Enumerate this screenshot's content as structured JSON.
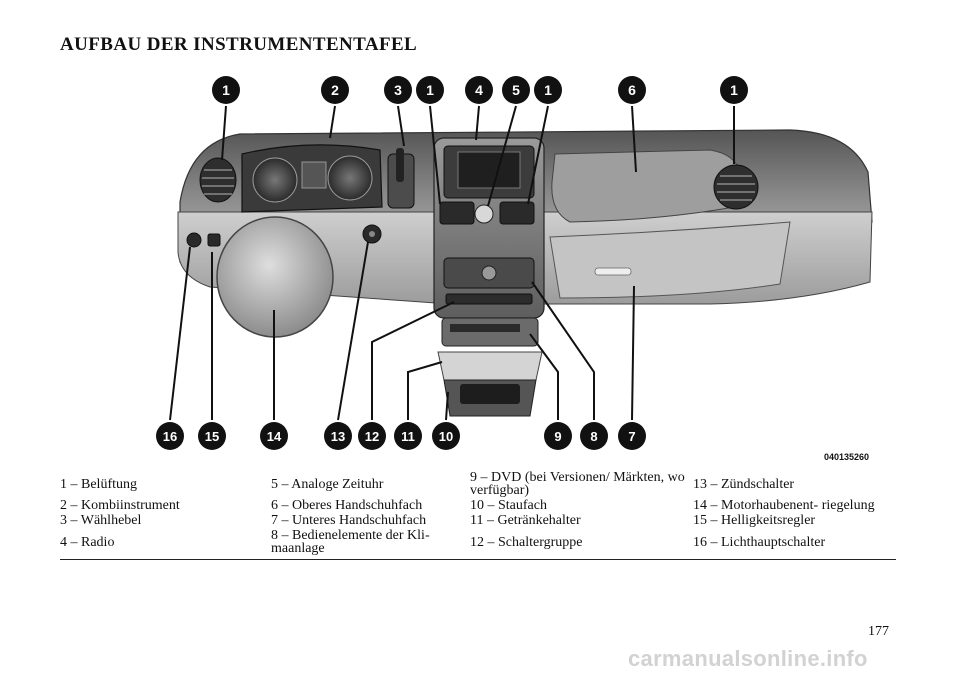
{
  "heading": "AUFBAU DER INSTRUMENTENTAFEL",
  "figure": {
    "code": "040135260",
    "callouts_top": [
      "1",
      "2",
      "3",
      "1",
      "4",
      "5",
      "1",
      "6",
      "1"
    ],
    "callouts_bottom": [
      "16",
      "15",
      "14",
      "13",
      "12",
      "11",
      "10",
      "9",
      "8",
      "7"
    ]
  },
  "legend": {
    "rows": [
      [
        "1 – Belüftung",
        "5 – Analoge Zeituhr",
        "9 – DVD (bei Versionen/ Märkten, wo verfügbar)",
        "13 – Zündschalter"
      ],
      [
        "2 – Kombiinstrument",
        "6 – Oberes Handschuhfach",
        "10 – Staufach",
        "14 – Motorhaubenent- riegelung"
      ],
      [
        "3 – Wählhebel",
        "7 – Unteres Handschuhfach",
        "11 – Getränkehalter",
        "15 – Helligkeitsregler"
      ],
      [
        "4 – Radio",
        "8 – Bedienelemente der Kli- maanlage",
        "12 – Schaltergruppe",
        "16 – Lichthauptschalter"
      ]
    ]
  },
  "page_number": "177",
  "watermark": "carmanualsonline.info"
}
